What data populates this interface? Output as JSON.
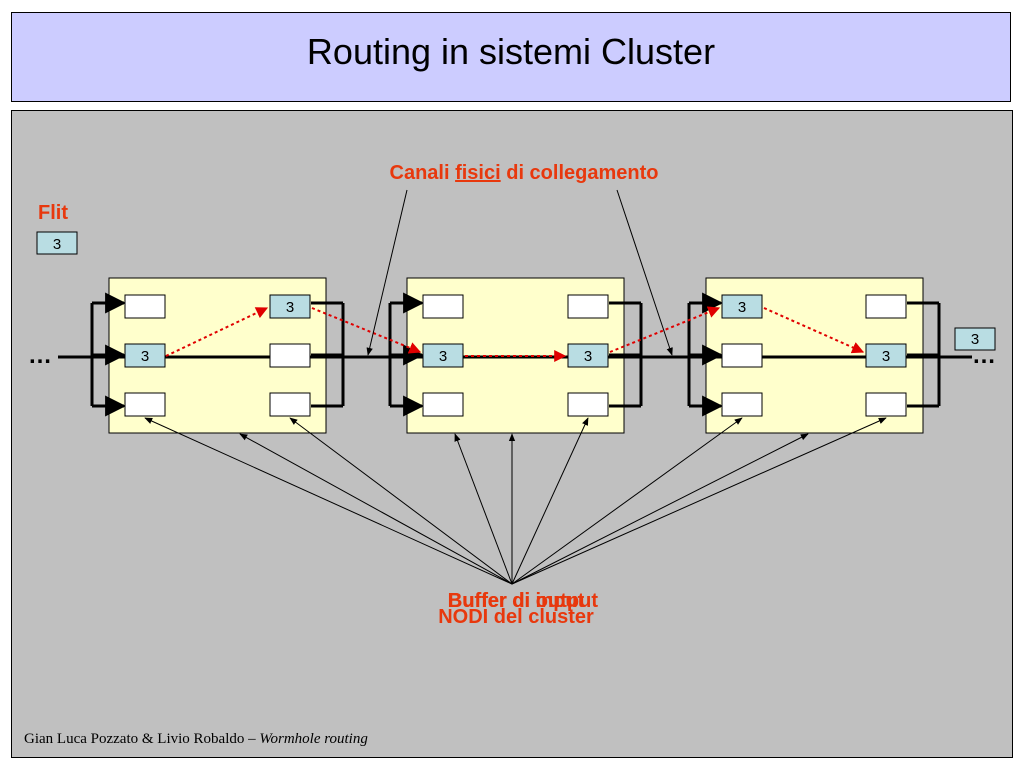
{
  "slide": {
    "title": "Routing in sistemi Cluster",
    "footer_authors": "Gian Luca Pozzato & Livio Robaldo –",
    "footer_topic": "Wormhole routing"
  },
  "diagram": {
    "channel_label_prefix": "Canali ",
    "channel_label_underlined": "fisici",
    "channel_label_suffix": " di collegamento",
    "flit_label": "Flit",
    "flit_value": "3",
    "overlap_label_1": "Buffer di output",
    "overlap_label_2": "Buffer di input",
    "nodes_label": "NODI del cluster",
    "ellipsis_left": "…",
    "ellipsis_right": "…",
    "nodes": [
      {
        "buffers": {
          "in_top": "",
          "in_mid": "3",
          "in_bot": "",
          "out_top": "3",
          "out_mid": "",
          "out_bot": ""
        }
      },
      {
        "buffers": {
          "in_top": "",
          "in_mid": "3",
          "in_bot": "",
          "out_top": "",
          "out_mid": "3",
          "out_bot": ""
        }
      },
      {
        "buffers": {
          "in_top": "3",
          "in_mid": "",
          "in_bot": "",
          "out_top": "",
          "out_mid": "3",
          "out_bot": ""
        }
      }
    ],
    "output_flit_value": "3",
    "colors": {
      "title_bg": "#ccccff",
      "panel_bg": "#c0c0c0",
      "node_bg": "#ffffcc",
      "flit_buffer": "#b9dde3",
      "accent_red": "#e8380d",
      "route_red": "#e00000"
    }
  }
}
